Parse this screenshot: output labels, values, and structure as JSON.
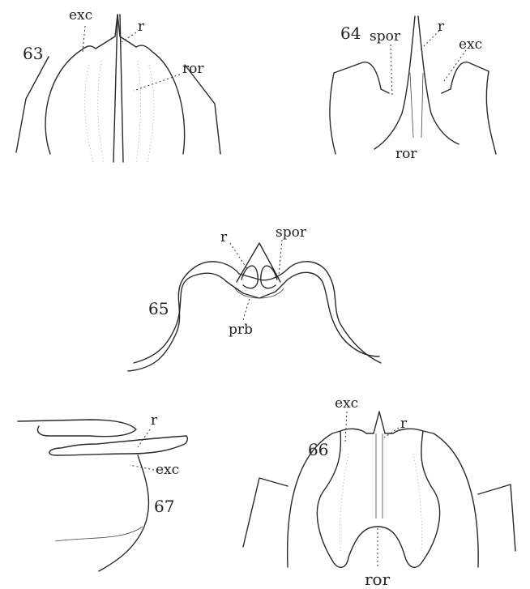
{
  "figures": [
    {
      "number": "63",
      "labels": [
        "exc",
        "r",
        "ror"
      ]
    },
    {
      "number": "64",
      "labels": [
        "spor",
        "r",
        "exc",
        "ror"
      ]
    },
    {
      "number": "65",
      "labels": [
        "r",
        "spor",
        "prb"
      ]
    },
    {
      "number": "66",
      "labels": [
        "exc",
        "r",
        "ror"
      ]
    },
    {
      "number": "67",
      "labels": [
        "r",
        "exc"
      ]
    }
  ]
}
